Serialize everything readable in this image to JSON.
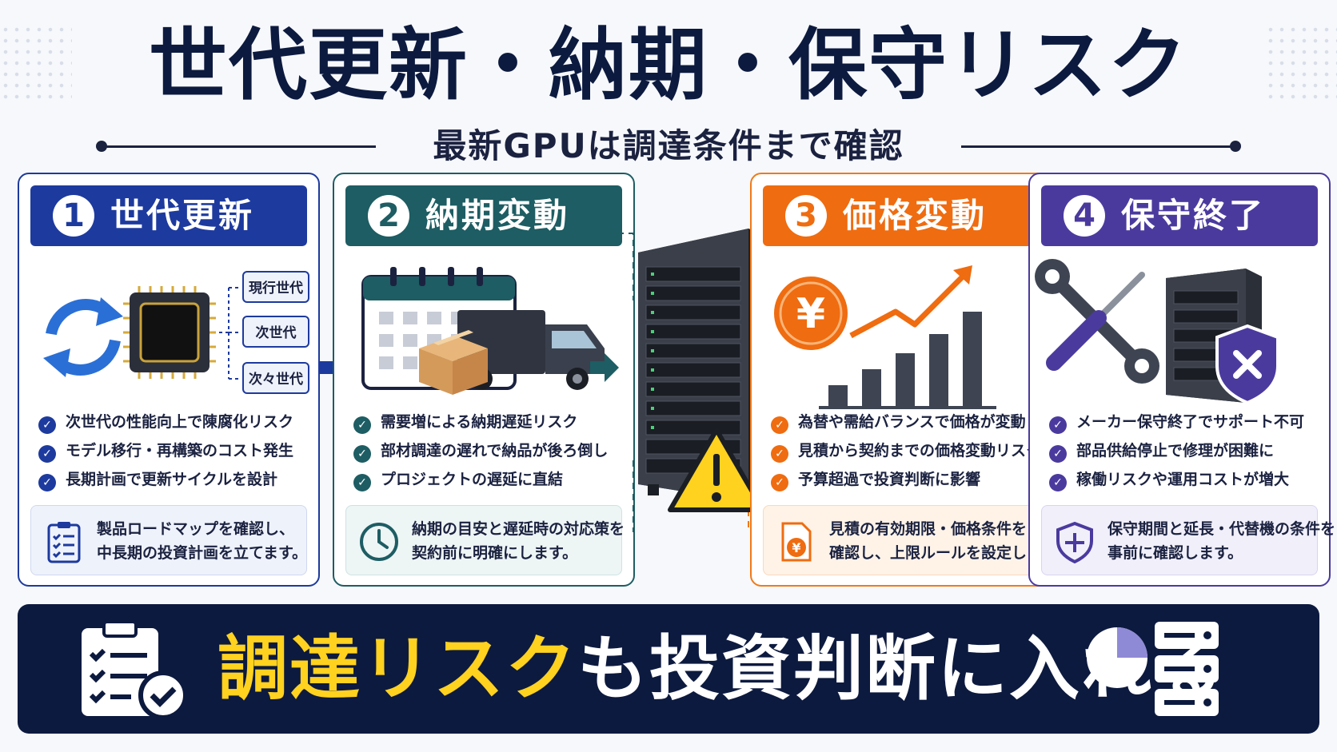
{
  "title": "世代更新・納期・保守リスク",
  "subtitle": "最新GPUは調達条件まで確認",
  "colors": {
    "navy": "#0d1a3f",
    "blue": "#1d3a9e",
    "teal": "#1d5d63",
    "orange": "#ef6c10",
    "purple": "#4b3a9e",
    "yellow": "#ffd21f"
  },
  "cards": [
    {
      "number": "1",
      "label": "世代更新",
      "tags": [
        "現行世代",
        "次世代",
        "次々世代"
      ],
      "icons": [
        "refresh-cycle-icon",
        "gpu-chip-icon"
      ],
      "points": [
        "次世代の性能向上で陳腐化リスク",
        "モデル移行・再構築のコスト発生",
        "長期計画で更新サイクルを設計"
      ],
      "note_icon": "clipboard-checklist-icon",
      "note": [
        "製品ロードマップを確認し、",
        "中長期の投資計画を立てます。"
      ]
    },
    {
      "number": "2",
      "label": "納期変動",
      "icons": [
        "calendar-icon",
        "cardboard-box-icon",
        "delivery-truck-icon"
      ],
      "points": [
        "需要増による納期遅延リスク",
        "部材調達の遅れで納品が後ろ倒し",
        "プロジェクトの遅延に直結"
      ],
      "note_icon": "clock-icon",
      "note": [
        "納期の目安と遅延時の対応策を",
        "契約前に明確にします。"
      ]
    },
    {
      "number": "3",
      "label": "価格変動",
      "coin_symbol": "¥",
      "icons": [
        "yen-coin-icon",
        "rising-bar-chart-icon"
      ],
      "points": [
        "為替や需給バランスで価格が変動",
        "見積から契約までの価格変動リスク",
        "予算超過で投資判断に影響"
      ],
      "note_icon": "yen-document-icon",
      "note_symbol": "¥",
      "note": [
        "見積の有効期限・価格条件を",
        "確認し、上限ルールを設定します。"
      ]
    },
    {
      "number": "4",
      "label": "保守終了",
      "icons": [
        "wrench-screwdriver-icon",
        "server-icon",
        "shield-x-icon"
      ],
      "points": [
        "メーカー保守終了でサポート不可",
        "部品供給停止で修理が困難に",
        "稼働リスクや運用コストが増大"
      ],
      "note_icon": "shield-plus-icon",
      "note": [
        "保守期間と延長・代替機の条件を",
        "事前に確認します。"
      ]
    }
  ],
  "center": {
    "icons": [
      "server-rack-icon",
      "warning-triangle-icon"
    ]
  },
  "banner": {
    "highlight": "調達リスク",
    "rest": "も投資判断に入れる",
    "icons": [
      "clipboard-check-icon",
      "pie-chart-icon",
      "server-stack-icon"
    ]
  }
}
